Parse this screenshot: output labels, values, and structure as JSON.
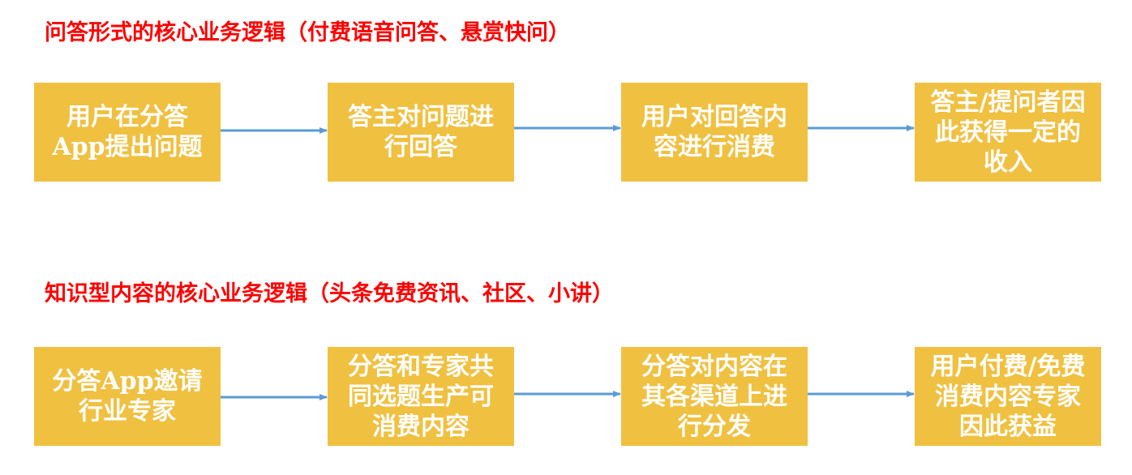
{
  "sections": [
    {
      "title": "问答形式的核心业务逻辑（付费语音问答、悬赏快问）",
      "steps": [
        "用户在分答App提出问题",
        "答主对问题进行回答",
        "用户对回答内容进行消费",
        "答主/提问者因此获得一定的收入"
      ]
    },
    {
      "title": "知识型内容的核心业务逻辑（头条免费资讯、社区、小讲）",
      "steps": [
        "分答App邀请行业专家",
        "分答和专家共同选题生产可消费内容",
        "分答对内容在其各渠道上进行分发",
        "用户付费/免费消费内容专家因此获益"
      ]
    }
  ],
  "colors": {
    "title": "#ff0000",
    "box_fill": "#f0c040",
    "box_text": "#ffffff",
    "arrow": "#5b9bd5"
  }
}
